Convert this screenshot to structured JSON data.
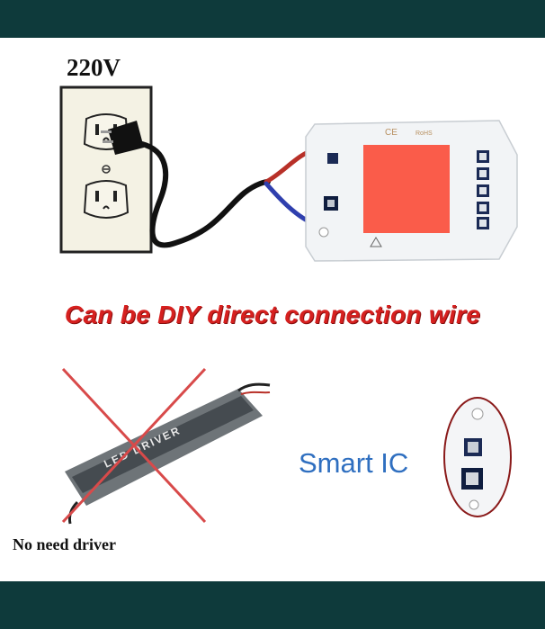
{
  "voltage_label": "220V",
  "headline": "Can be DIY direct connection wire",
  "smart_ic_label": "Smart IC",
  "no_driver_label": "No need driver",
  "chip_marks": {
    "ce": "CE",
    "rohs": "RoHS"
  },
  "driver_label": "LED DRIVER",
  "colors": {
    "frame": "#0e3a3b",
    "headline": "#d6201f",
    "smart_ic": "#2f6fc0",
    "chip_led": "#fa5c4a",
    "cross": "#d84a4a"
  }
}
